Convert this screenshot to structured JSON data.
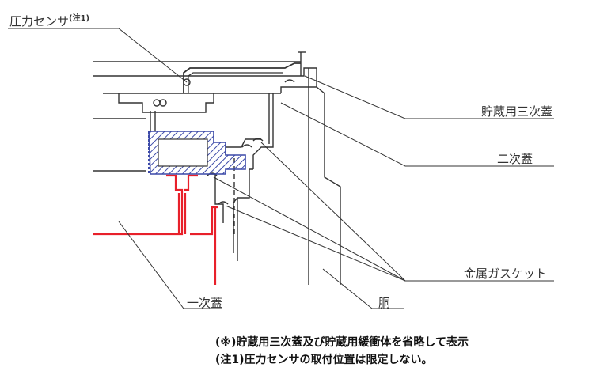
{
  "labels": {
    "pressure_sensor": "圧力センサ",
    "pressure_sensor_note": "(注1)",
    "storage_tertiary_lid": "貯蔵用三次蓋",
    "secondary_lid": "二次蓋",
    "metal_gasket": "金属ガスケット",
    "primary_lid": "一次蓋",
    "body": "胴"
  },
  "notes": {
    "note_omitted": "(※)貯蔵用三次蓋及び貯蔵用緩衝体を省略して表示",
    "note_1": "(注1)圧力センサの取付位置は限定しない。"
  },
  "colors": {
    "outline": "#333333",
    "primary_lid": "#e8202a",
    "hatch": "#3b49a8",
    "leader": "#333333"
  }
}
